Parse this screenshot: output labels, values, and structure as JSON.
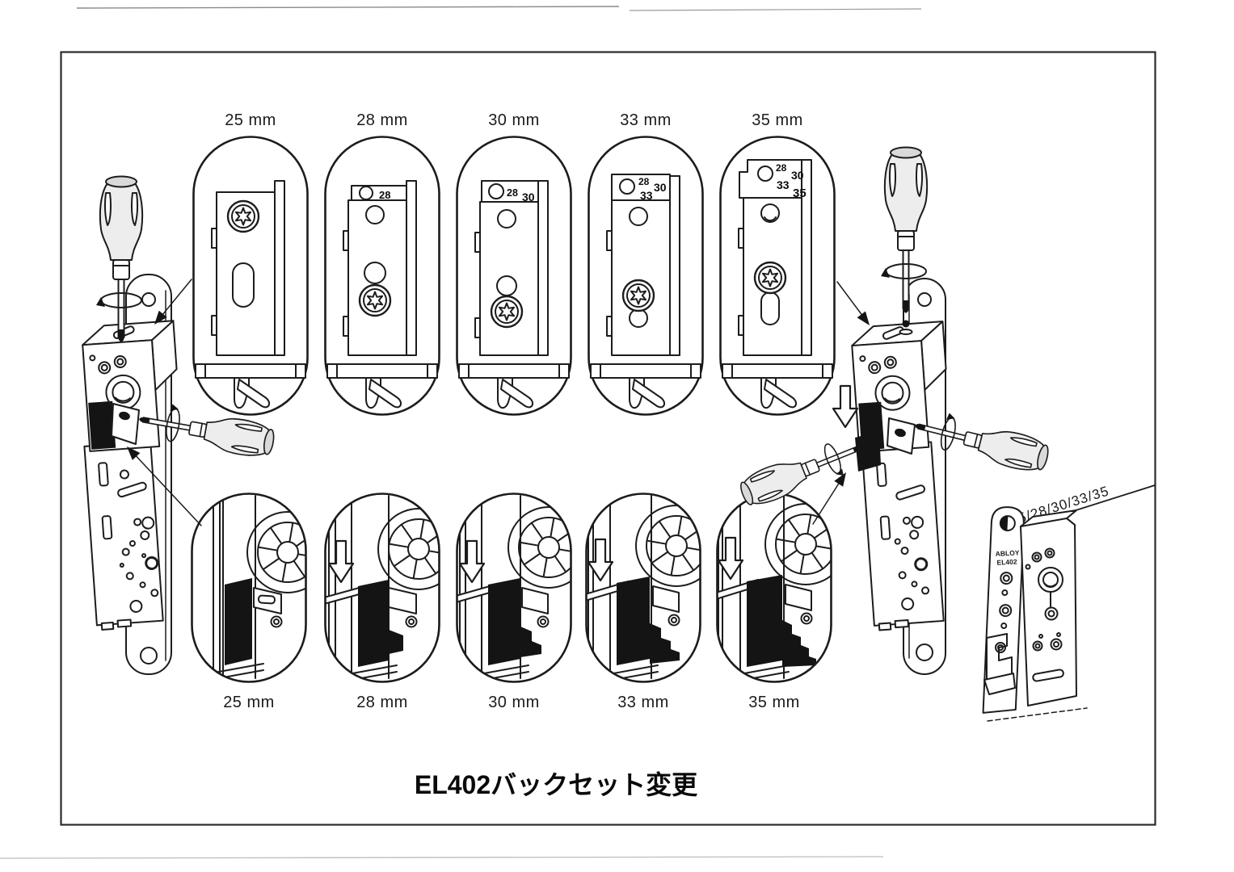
{
  "page": {
    "title": "EL402バックセット変更"
  },
  "top_row": {
    "callouts": [
      {
        "label": "25 mm",
        "scale": [
          "",
          "",
          "",
          ""
        ]
      },
      {
        "label": "28 mm",
        "scale": [
          "28",
          "",
          "",
          ""
        ]
      },
      {
        "label": "30 mm",
        "scale": [
          "28",
          "30",
          "",
          ""
        ]
      },
      {
        "label": "33 mm",
        "scale": [
          "28",
          "30",
          "33",
          ""
        ]
      },
      {
        "label": "35 mm",
        "scale": [
          "28",
          "30",
          "33",
          "35"
        ]
      }
    ]
  },
  "bottom_row": {
    "callouts": [
      {
        "label": "25 mm"
      },
      {
        "label": "28 mm"
      },
      {
        "label": "30 mm"
      },
      {
        "label": "33 mm"
      },
      {
        "label": "35 mm"
      }
    ]
  },
  "side_diagram": {
    "backset_options": "25/28/30/33/35",
    "brand": "ABLOY",
    "model": "EL402"
  }
}
